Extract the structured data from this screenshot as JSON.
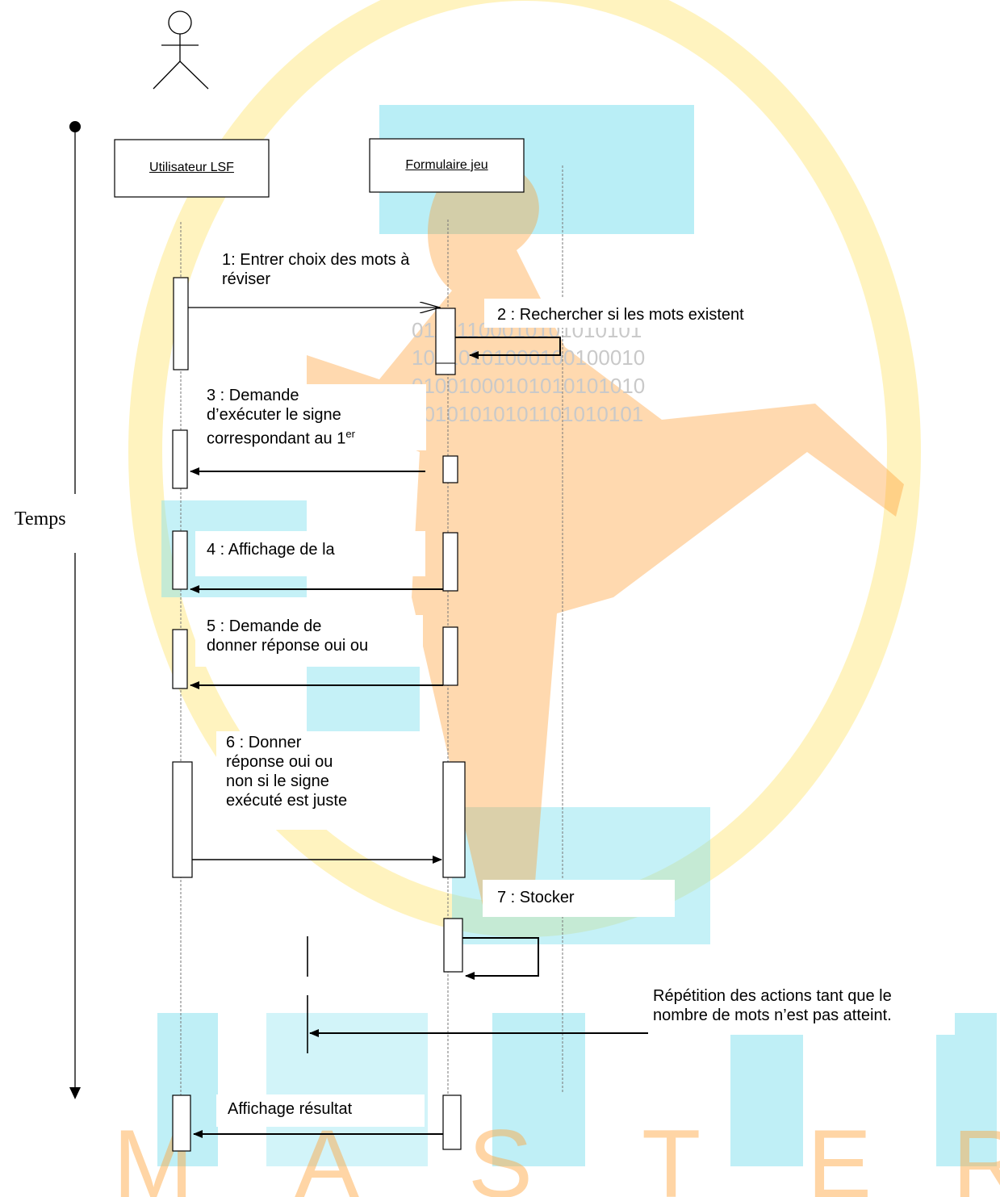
{
  "lifelines": {
    "user": "Utilisateur LSF",
    "form": "Formulaire jeu"
  },
  "axis": {
    "label": "Temps"
  },
  "messages": {
    "m1": "1: Entrer choix des mots à\nréviser",
    "m2": "2 : Rechercher si les mots existent",
    "m3_lines": "3 : Demande\nd’exécuter le signe\ncorrespondant au 1",
    "m3_sup": "er",
    "m4": "4 : Affichage de la",
    "m5": "5 : Demande de\ndonner réponse oui ou",
    "m6": "6 : Donner\nréponse oui ou\nnon si le signe\nexécuté  est juste",
    "m7": "7 : Stocker",
    "loop": "Répétition des actions tant que le\nnombre de mots n’est pas atteint.",
    "result": "Affichage résultat"
  },
  "watermark": {
    "binary": [
      "01101100010101010101",
      "10010101000100100010",
      "01001000101010101010",
      "00101010101101010101"
    ],
    "letters": [
      "M",
      "A",
      "S",
      "T",
      "E",
      "R"
    ],
    "colors": {
      "orange": "#ff8c1a",
      "yellow": "#ffe36a",
      "cyan": "#5ed6e8"
    }
  },
  "colors": {
    "line": "#000000",
    "background": "#ffffff"
  }
}
